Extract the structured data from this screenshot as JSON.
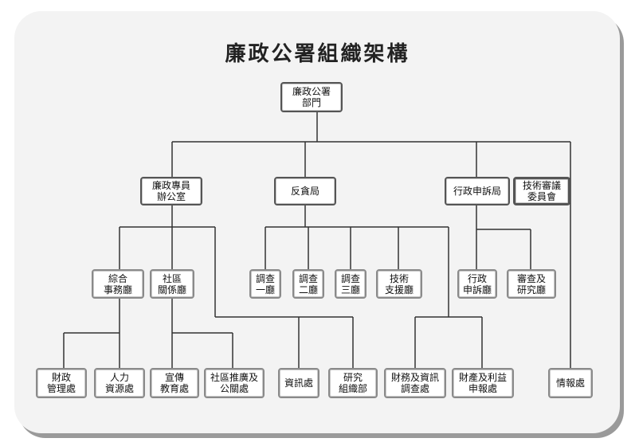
{
  "title": "廉政公署組織架構",
  "nodes": {
    "root": "廉政公署\n部門",
    "executive": "廉政專員\n辦公室",
    "anticorruption": "反貪局",
    "administrative_complaints": "行政申訴局",
    "technical_committee": "技術審議\n委員會",
    "intelligence": "情報處",
    "general_affairs": "綜合\n事務廳",
    "community_relations": "社區\n關係廳",
    "investigation_1": "調查\n一廳",
    "investigation_2": "調查\n二廳",
    "investigation_3": "調查\n三廳",
    "technical_support": "技術\n支援廳",
    "admin_complaints_dept": "行政\n申訴廳",
    "review_research": "審查及\n研究廳",
    "finance": "財政\n管理處",
    "hr": "人力\n資源處",
    "promotion_education": "宣傳\n教育處",
    "community_promotion": "社區推廣及\n公關處",
    "information": "資訊處",
    "research_org": "研究\n組織部",
    "financial_info_investigation": "財務及資訊\n調查處",
    "assets_interests": "財產及利益\n申報處"
  }
}
